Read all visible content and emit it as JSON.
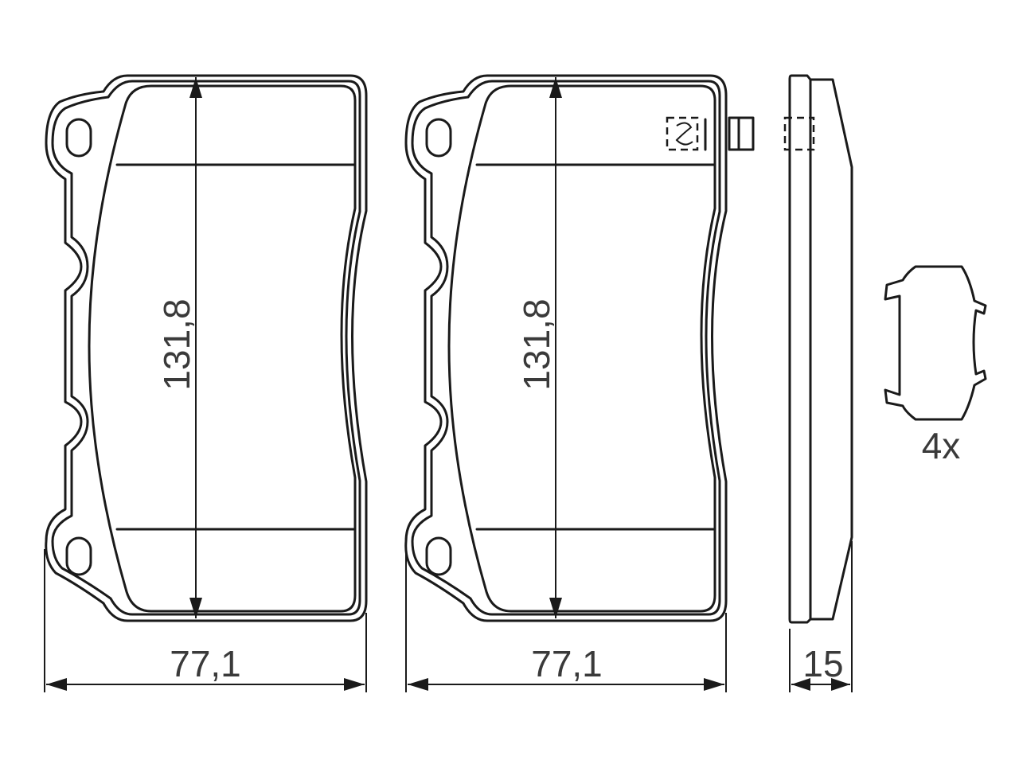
{
  "pad_left": {
    "height_label": "131,8",
    "width_label": "77,1"
  },
  "pad_right": {
    "height_label": "131,8",
    "width_label": "77,1"
  },
  "side_view": {
    "thickness_label": "15"
  },
  "clip": {
    "quantity_label": "4x"
  },
  "colors": {
    "line": "#1a1a1a",
    "text": "#3a3a3a",
    "background": "#ffffff"
  }
}
